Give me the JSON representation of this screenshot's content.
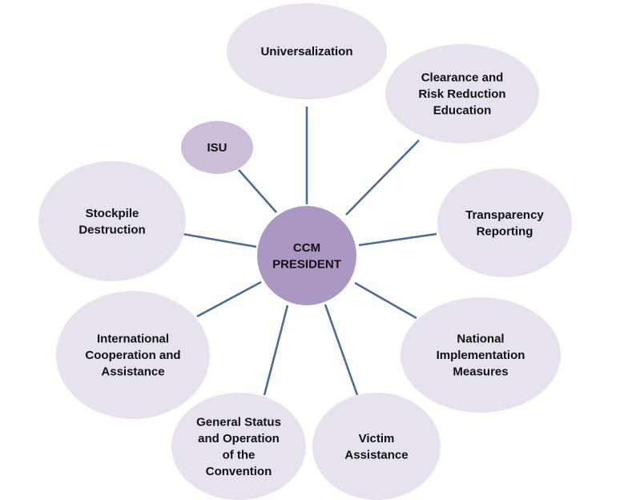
{
  "colors": {
    "outer_node_fill": "#e7e2ee",
    "isu_fill": "#cdbfda",
    "center_fill": "#ab98c2",
    "connector": "#4a6d91"
  },
  "center": {
    "lines": [
      "CCM",
      "PRESIDENT"
    ]
  },
  "nodes": [
    {
      "id": "universalization",
      "lines": [
        "Universalization"
      ]
    },
    {
      "id": "clearance",
      "lines": [
        "Clearance and",
        "Risk Reduction",
        "Education"
      ]
    },
    {
      "id": "transparency",
      "lines": [
        "Transparency",
        "Reporting"
      ]
    },
    {
      "id": "national",
      "lines": [
        "National",
        "Implementation",
        "Measures"
      ]
    },
    {
      "id": "victim",
      "lines": [
        "Victim",
        "Assistance"
      ]
    },
    {
      "id": "general",
      "lines": [
        "General Status",
        "and Operation",
        "of the",
        "Convention"
      ]
    },
    {
      "id": "international",
      "lines": [
        "International",
        "Cooperation and",
        "Assistance"
      ]
    },
    {
      "id": "stockpile",
      "lines": [
        "Stockpile",
        "Destruction"
      ]
    },
    {
      "id": "isu",
      "lines": [
        "ISU"
      ]
    }
  ]
}
